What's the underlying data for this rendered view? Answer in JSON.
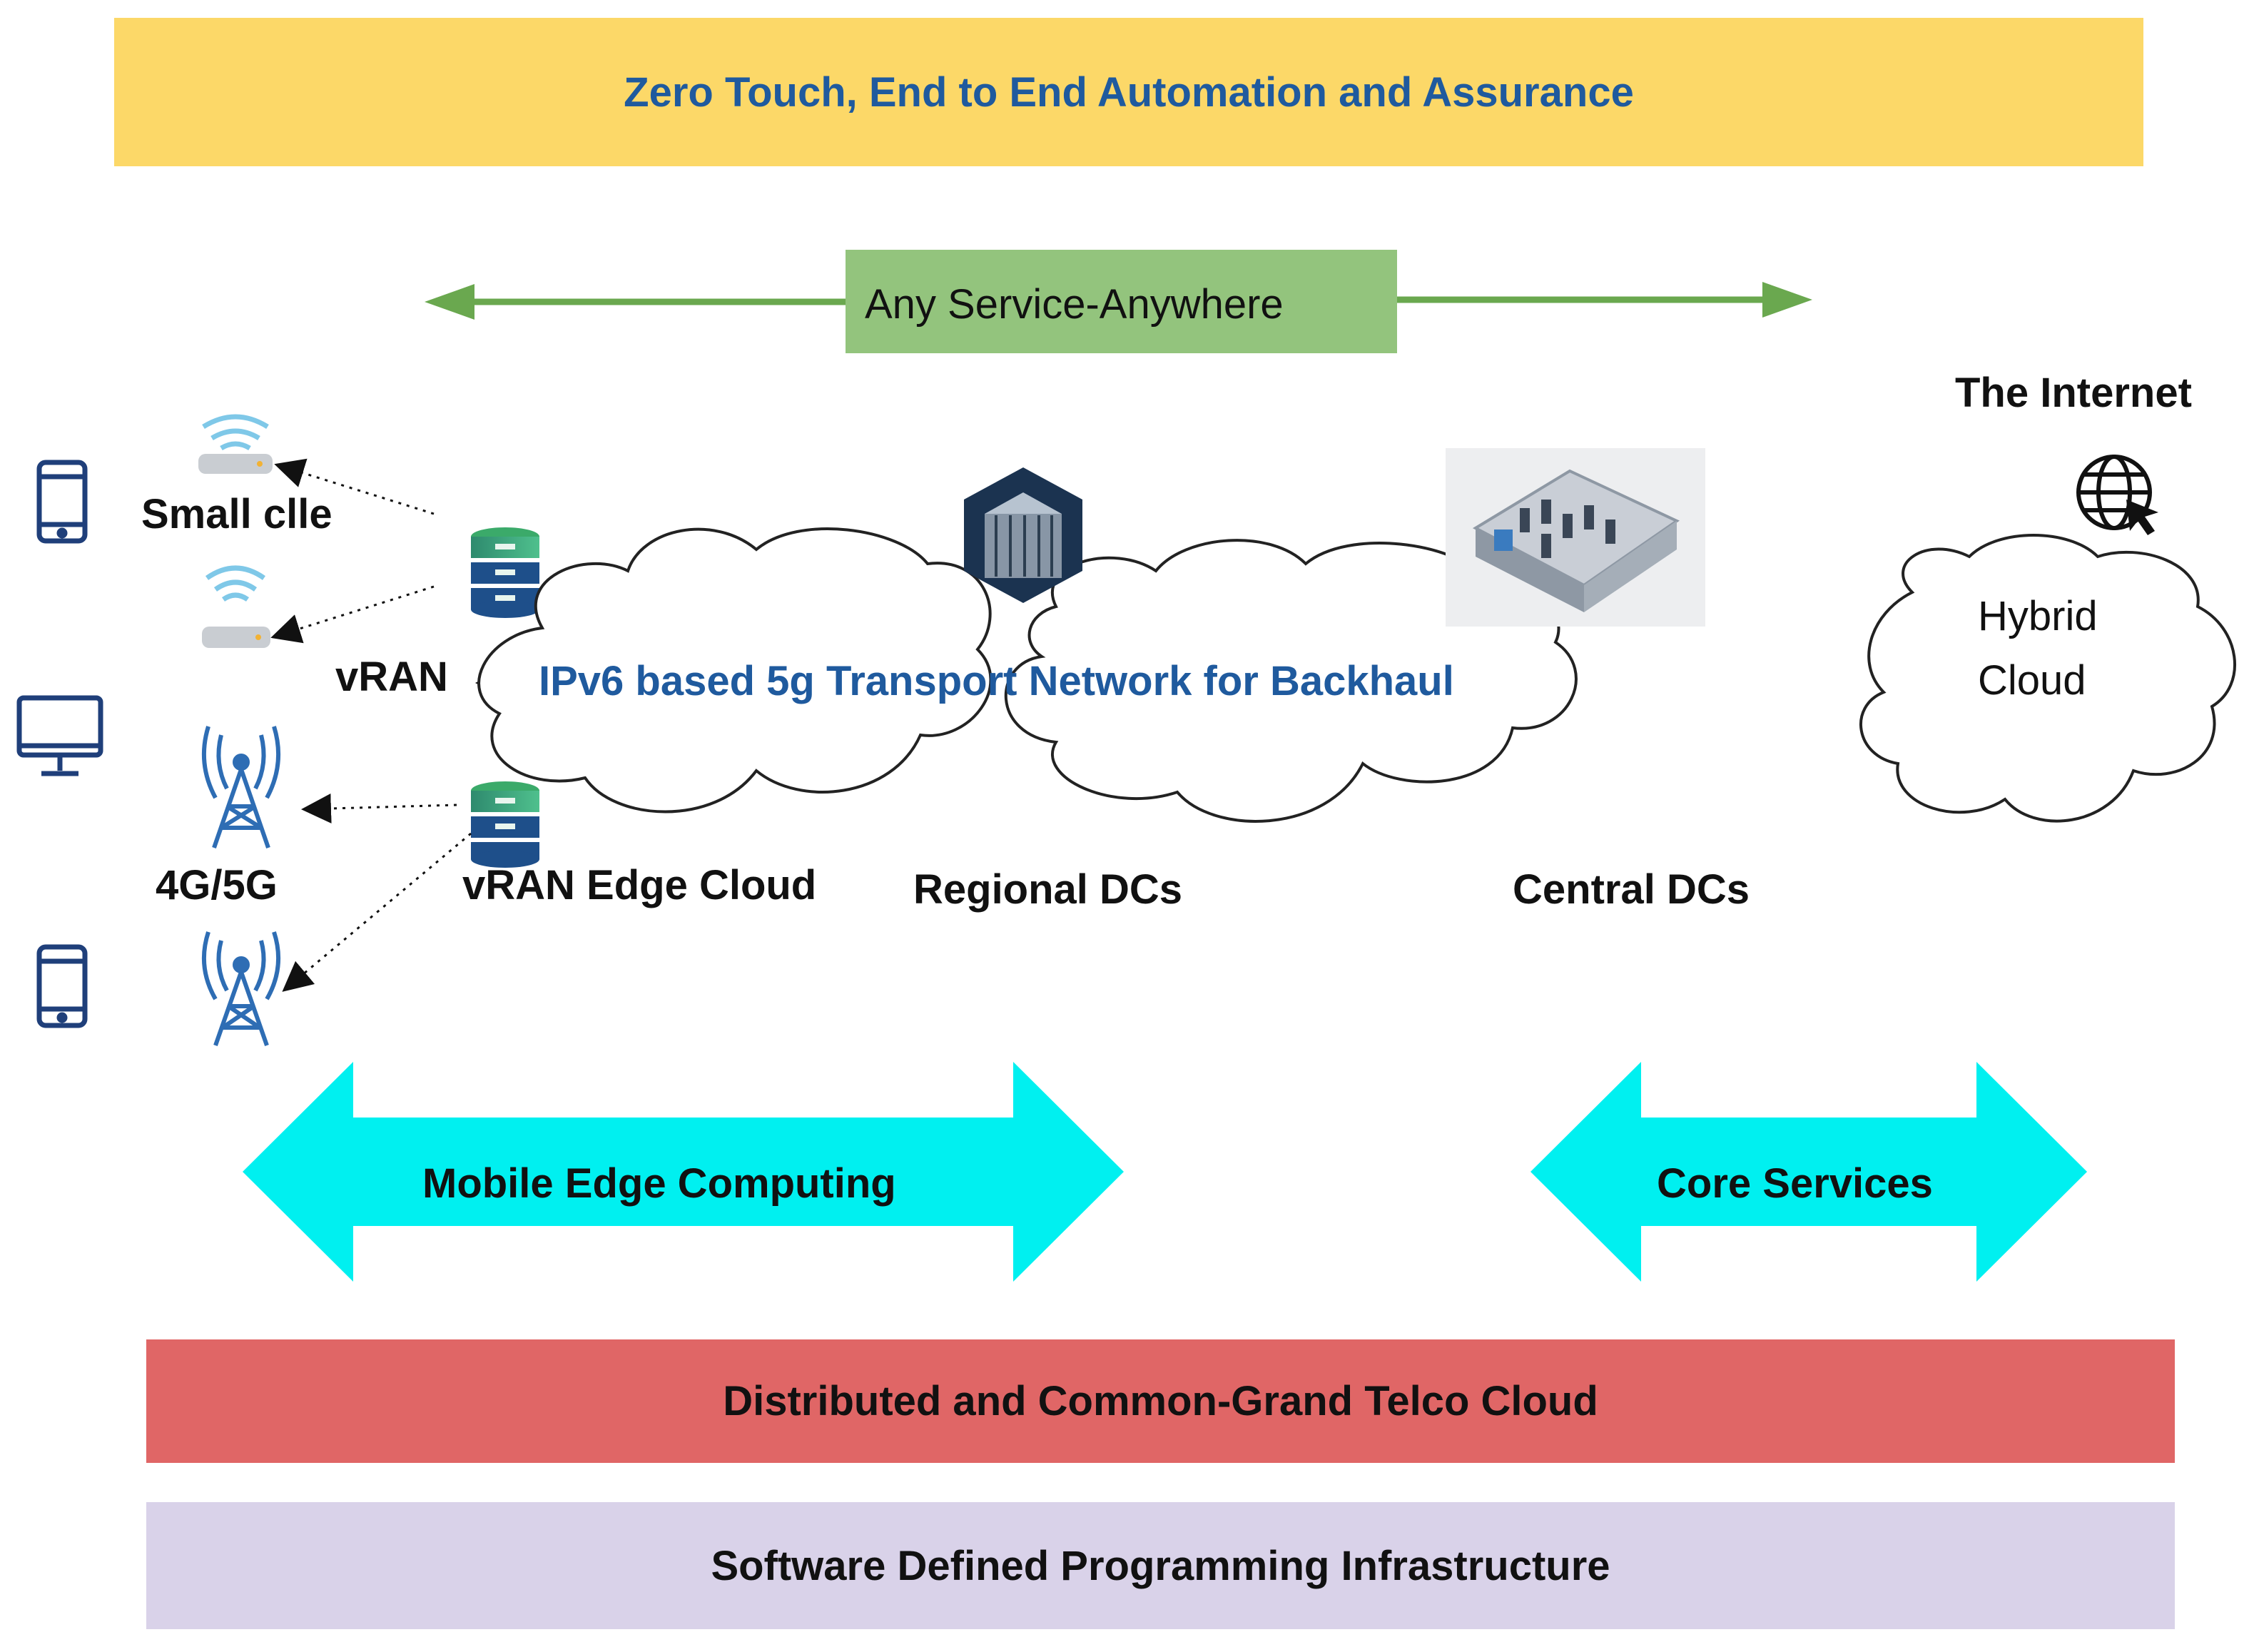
{
  "header_band": {
    "text": "Zero Touch, End to End Automation and Assurance"
  },
  "service_arrow": {
    "text": "Any Service-Anywhere"
  },
  "internet": {
    "label": "The Internet",
    "cloud_line1": "Hybrid",
    "cloud_line2": "Cloud"
  },
  "access": {
    "small_cell_label": "Small clle",
    "vran_label": "vRAN",
    "cellular_label": "4G/5G",
    "vran_edge_label": "vRAN Edge Cloud"
  },
  "transport": {
    "text": "IPv6 based 5g Transport Network for Backhaul"
  },
  "datacenters": {
    "regional_label": "Regional DCs",
    "central_label": "Central DCs"
  },
  "mec_arrow": {
    "text": "Mobile Edge Computing"
  },
  "core_arrow": {
    "text": "Core Services"
  },
  "telco_band": {
    "text": "Distributed and Common-Grand Telco Cloud"
  },
  "infra_band": {
    "text": "Software Defined Programming Infrastructure"
  },
  "colors": {
    "header_band": "#FCD868",
    "header_text": "#1F5A9E",
    "service_box": "#93C47D",
    "service_arrow": "#6AA84F",
    "cyan_arrow": "#00F0F0",
    "telco_band": "#E06666",
    "infra_band": "#D9D2E9",
    "icon_blue": "#1F3F7A",
    "transport_text": "#1F5A9E"
  }
}
